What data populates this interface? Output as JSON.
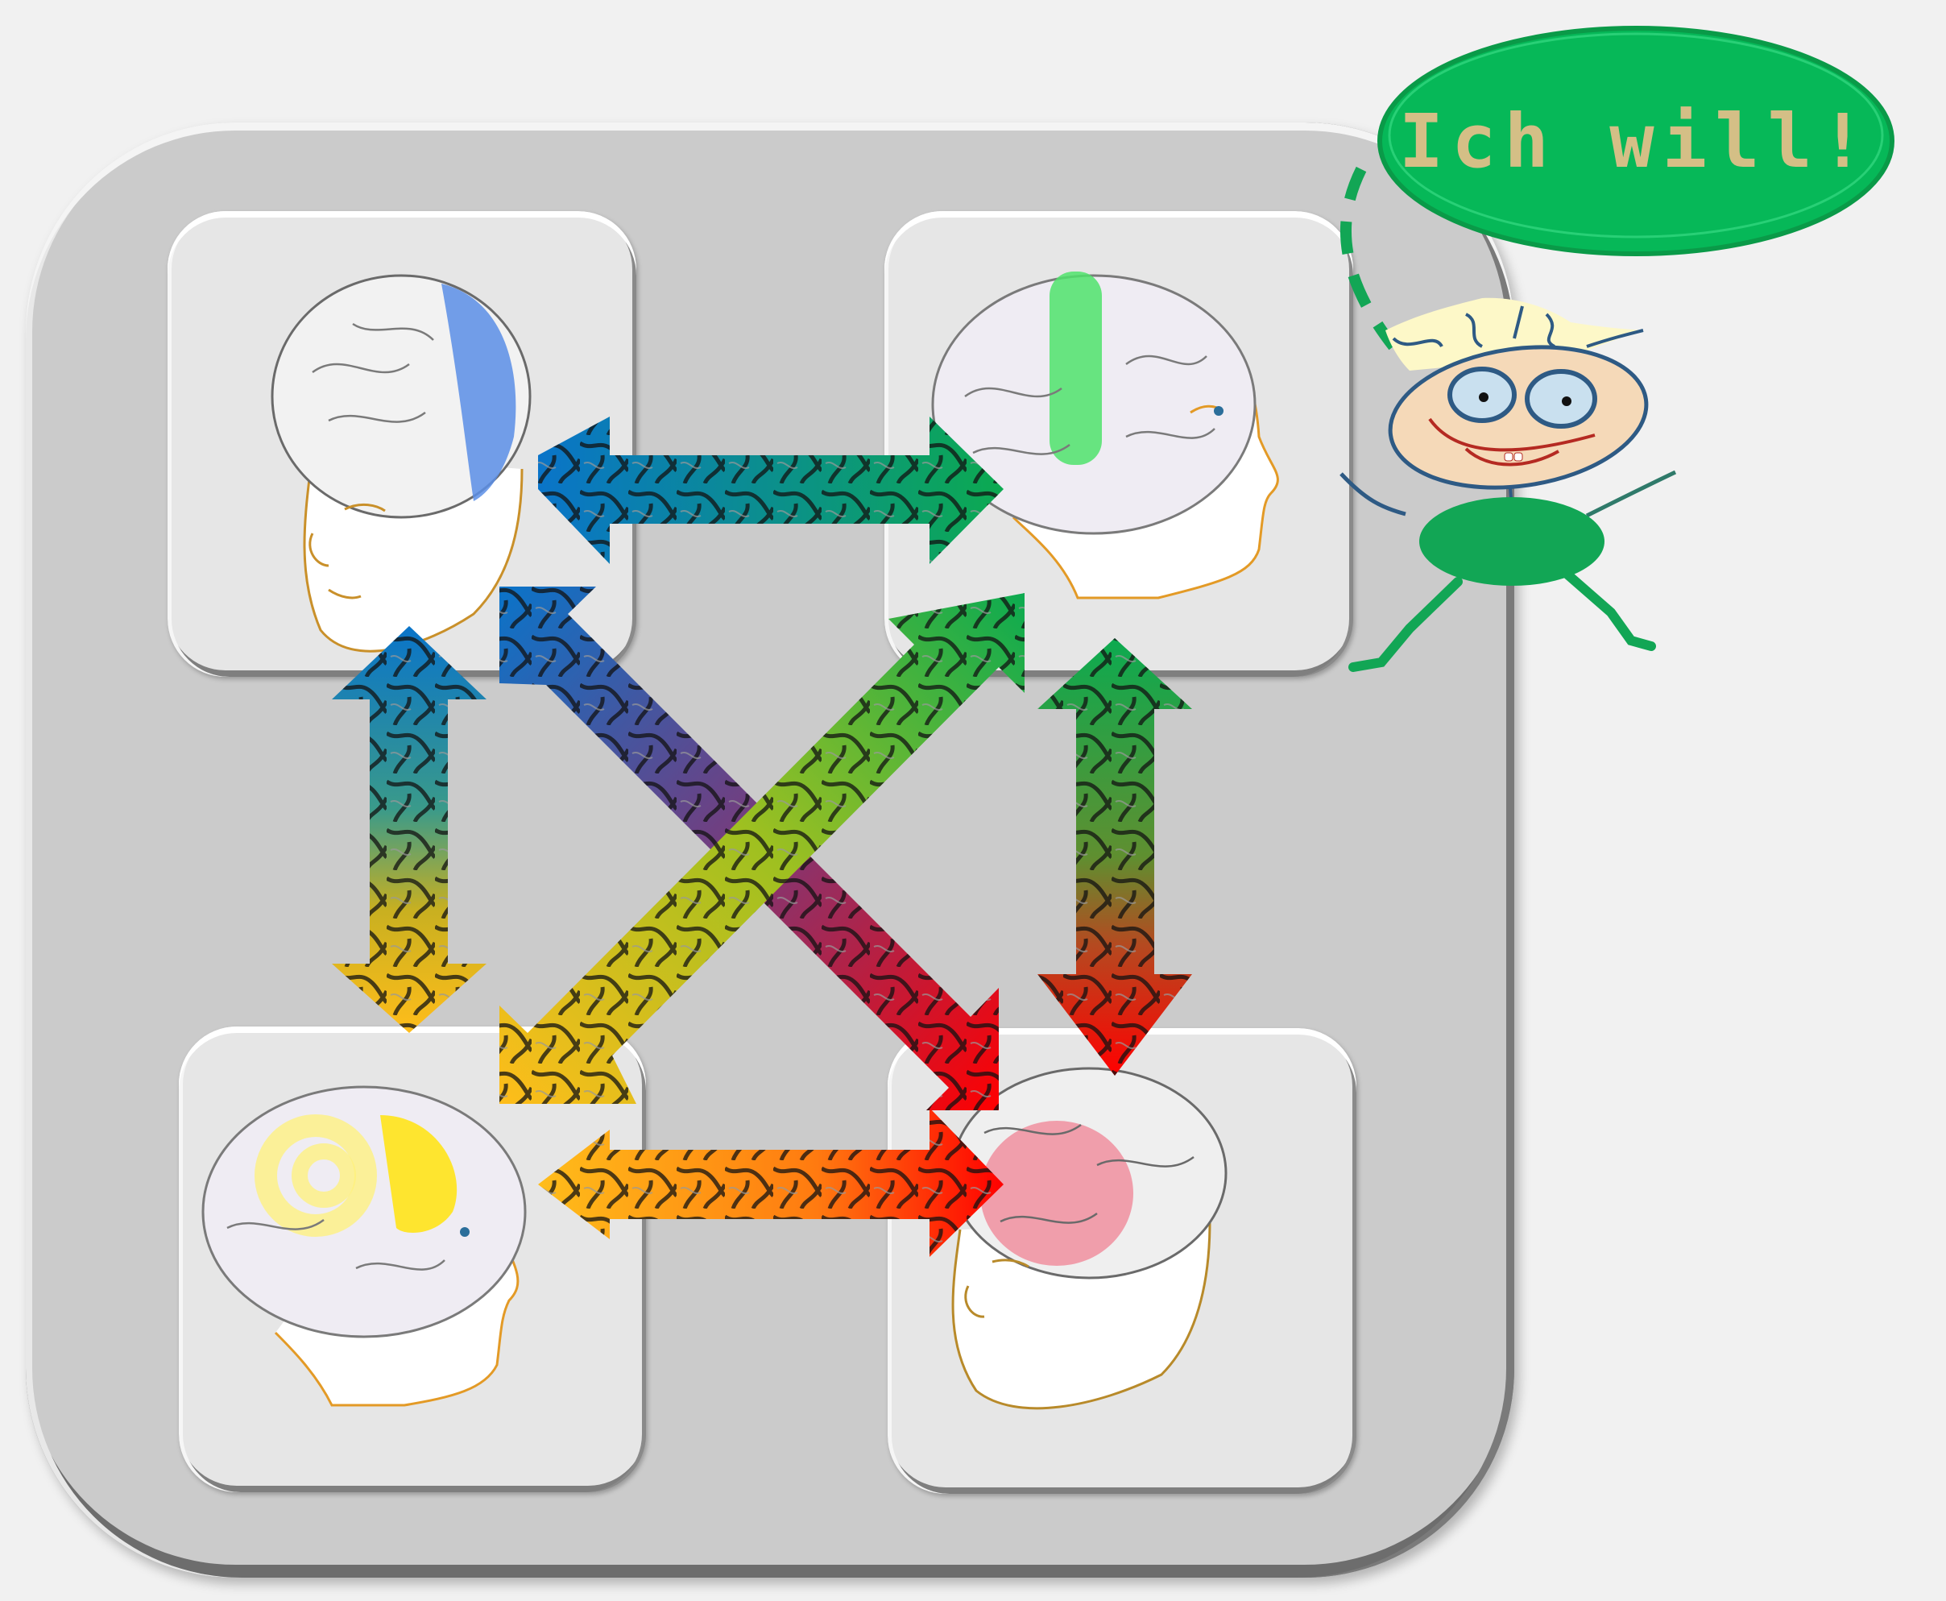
{
  "speech_bubble": {
    "text": "Ich will!",
    "fill_color": "#06b858",
    "text_color": "#d4bf86"
  },
  "board": {
    "fill_color": "#cbcbcb",
    "tile_color": "#e6e6e6"
  },
  "tiles": [
    {
      "position": "top-left",
      "highlight_region": "occipital/parietal",
      "highlight_color": "#5b8ee6",
      "face_direction": "left-down"
    },
    {
      "position": "top-right",
      "highlight_region": "central strip",
      "highlight_color": "#4fe36b",
      "face_direction": "right"
    },
    {
      "position": "bottom-left",
      "highlight_region": "frontal + spiral",
      "highlight_color": "#ffe419",
      "face_direction": "right"
    },
    {
      "position": "bottom-right",
      "highlight_region": "frontal/temporal",
      "highlight_color": "#f08a9a",
      "face_direction": "left-down"
    }
  ],
  "arrows": [
    {
      "id": "top-horizontal",
      "from": "top-left",
      "to": "top-right",
      "colors": [
        "#0a74c9",
        "#0caa50"
      ]
    },
    {
      "id": "bottom-horizontal",
      "from": "bottom-left",
      "to": "bottom-right",
      "colors": [
        "#ffbd1a",
        "#ff0000"
      ]
    },
    {
      "id": "left-vertical",
      "from": "top-left",
      "to": "bottom-left",
      "colors": [
        "#0a74c9",
        "#ffbd1a"
      ]
    },
    {
      "id": "right-vertical",
      "from": "top-right",
      "to": "bottom-right",
      "colors": [
        "#0caa50",
        "#ff0000"
      ]
    },
    {
      "id": "diagonal-tl-br",
      "from": "top-left",
      "to": "bottom-right",
      "colors": [
        "#0a74c9",
        "#ff0000"
      ]
    },
    {
      "id": "diagonal-bl-tr",
      "from": "bottom-left",
      "to": "top-right",
      "colors": [
        "#ffbd1a",
        "#0caa50"
      ]
    }
  ],
  "character": {
    "hair_color": "#fdf8c8",
    "face_color": "#f5d9b8",
    "eye_color": "#c9e0ef",
    "outline_color": "#2e5a84",
    "mouth_color": "#b52a22",
    "body_color": "#12a655"
  }
}
